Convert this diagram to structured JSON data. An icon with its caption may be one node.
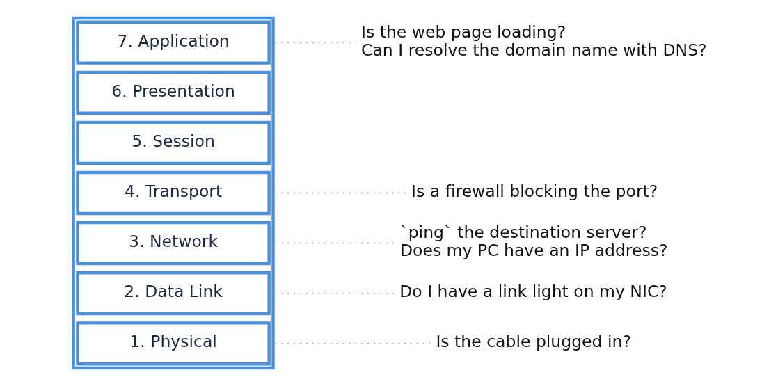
{
  "diagram": {
    "nodes": [
      {
        "text": [],
        "shape": "box"
      },
      {
        "text": [
          "7. Application"
        ],
        "in": 0
      },
      {
        "text": [
          "6. Presentation"
        ],
        "in": 0
      },
      {
        "text": [
          "5. Session"
        ],
        "in": 0
      },
      {
        "text": [
          "4. Transport"
        ],
        "in": 0
      },
      {
        "text": [
          "3. Network"
        ],
        "in": 0
      },
      {
        "text": [
          "2. Data Link"
        ],
        "in": 0
      },
      {
        "text": [
          "1. Physical"
        ],
        "in": 0
      },
      {
        "text": [
          "Is the web page loading?",
          "Can I resolve the domain name with DNS?"
        ]
      },
      {
        "text": [
          "Is a firewall blocking the port?"
        ]
      },
      {
        "text": [
          "`ping` the destination server?",
          "Does my PC have an IP address?"
        ]
      },
      {
        "text": [
          "Do I have a link light on my NIC?"
        ]
      },
      {
        "text": [
          "Is the cable plugged in?"
        ]
      }
    ],
    "edges": [
      {
        "from": 1,
        "to": 8,
        "arrow": "none"
      },
      {
        "from": 4,
        "to": 9,
        "arrow": "none"
      },
      {
        "from": 5,
        "to": 10,
        "arrow": "none"
      },
      {
        "from": 6,
        "to": 11,
        "arrow": "none"
      },
      {
        "from": 7,
        "to": 12,
        "arrow": "none"
      }
    ]
  }
}
